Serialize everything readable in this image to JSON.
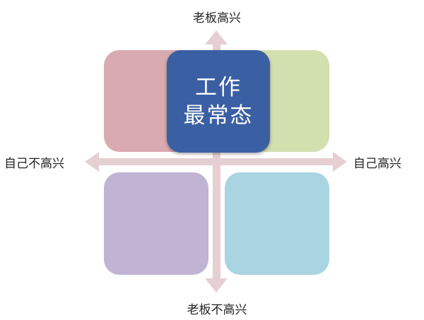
{
  "labels": {
    "top": "老板高兴",
    "bottom": "老板不高兴",
    "left": "自己不高兴",
    "right": "自己高兴"
  },
  "center": {
    "line1": "工作",
    "line2": "最常态"
  },
  "colors": {
    "top_left": "#d9aaaf",
    "top_right": "#d2dfaf",
    "bottom_left": "#c0b3d3",
    "bottom_right": "#a9d4e1",
    "center": "#3b5fa3",
    "arrow": "#e5cfd2"
  }
}
